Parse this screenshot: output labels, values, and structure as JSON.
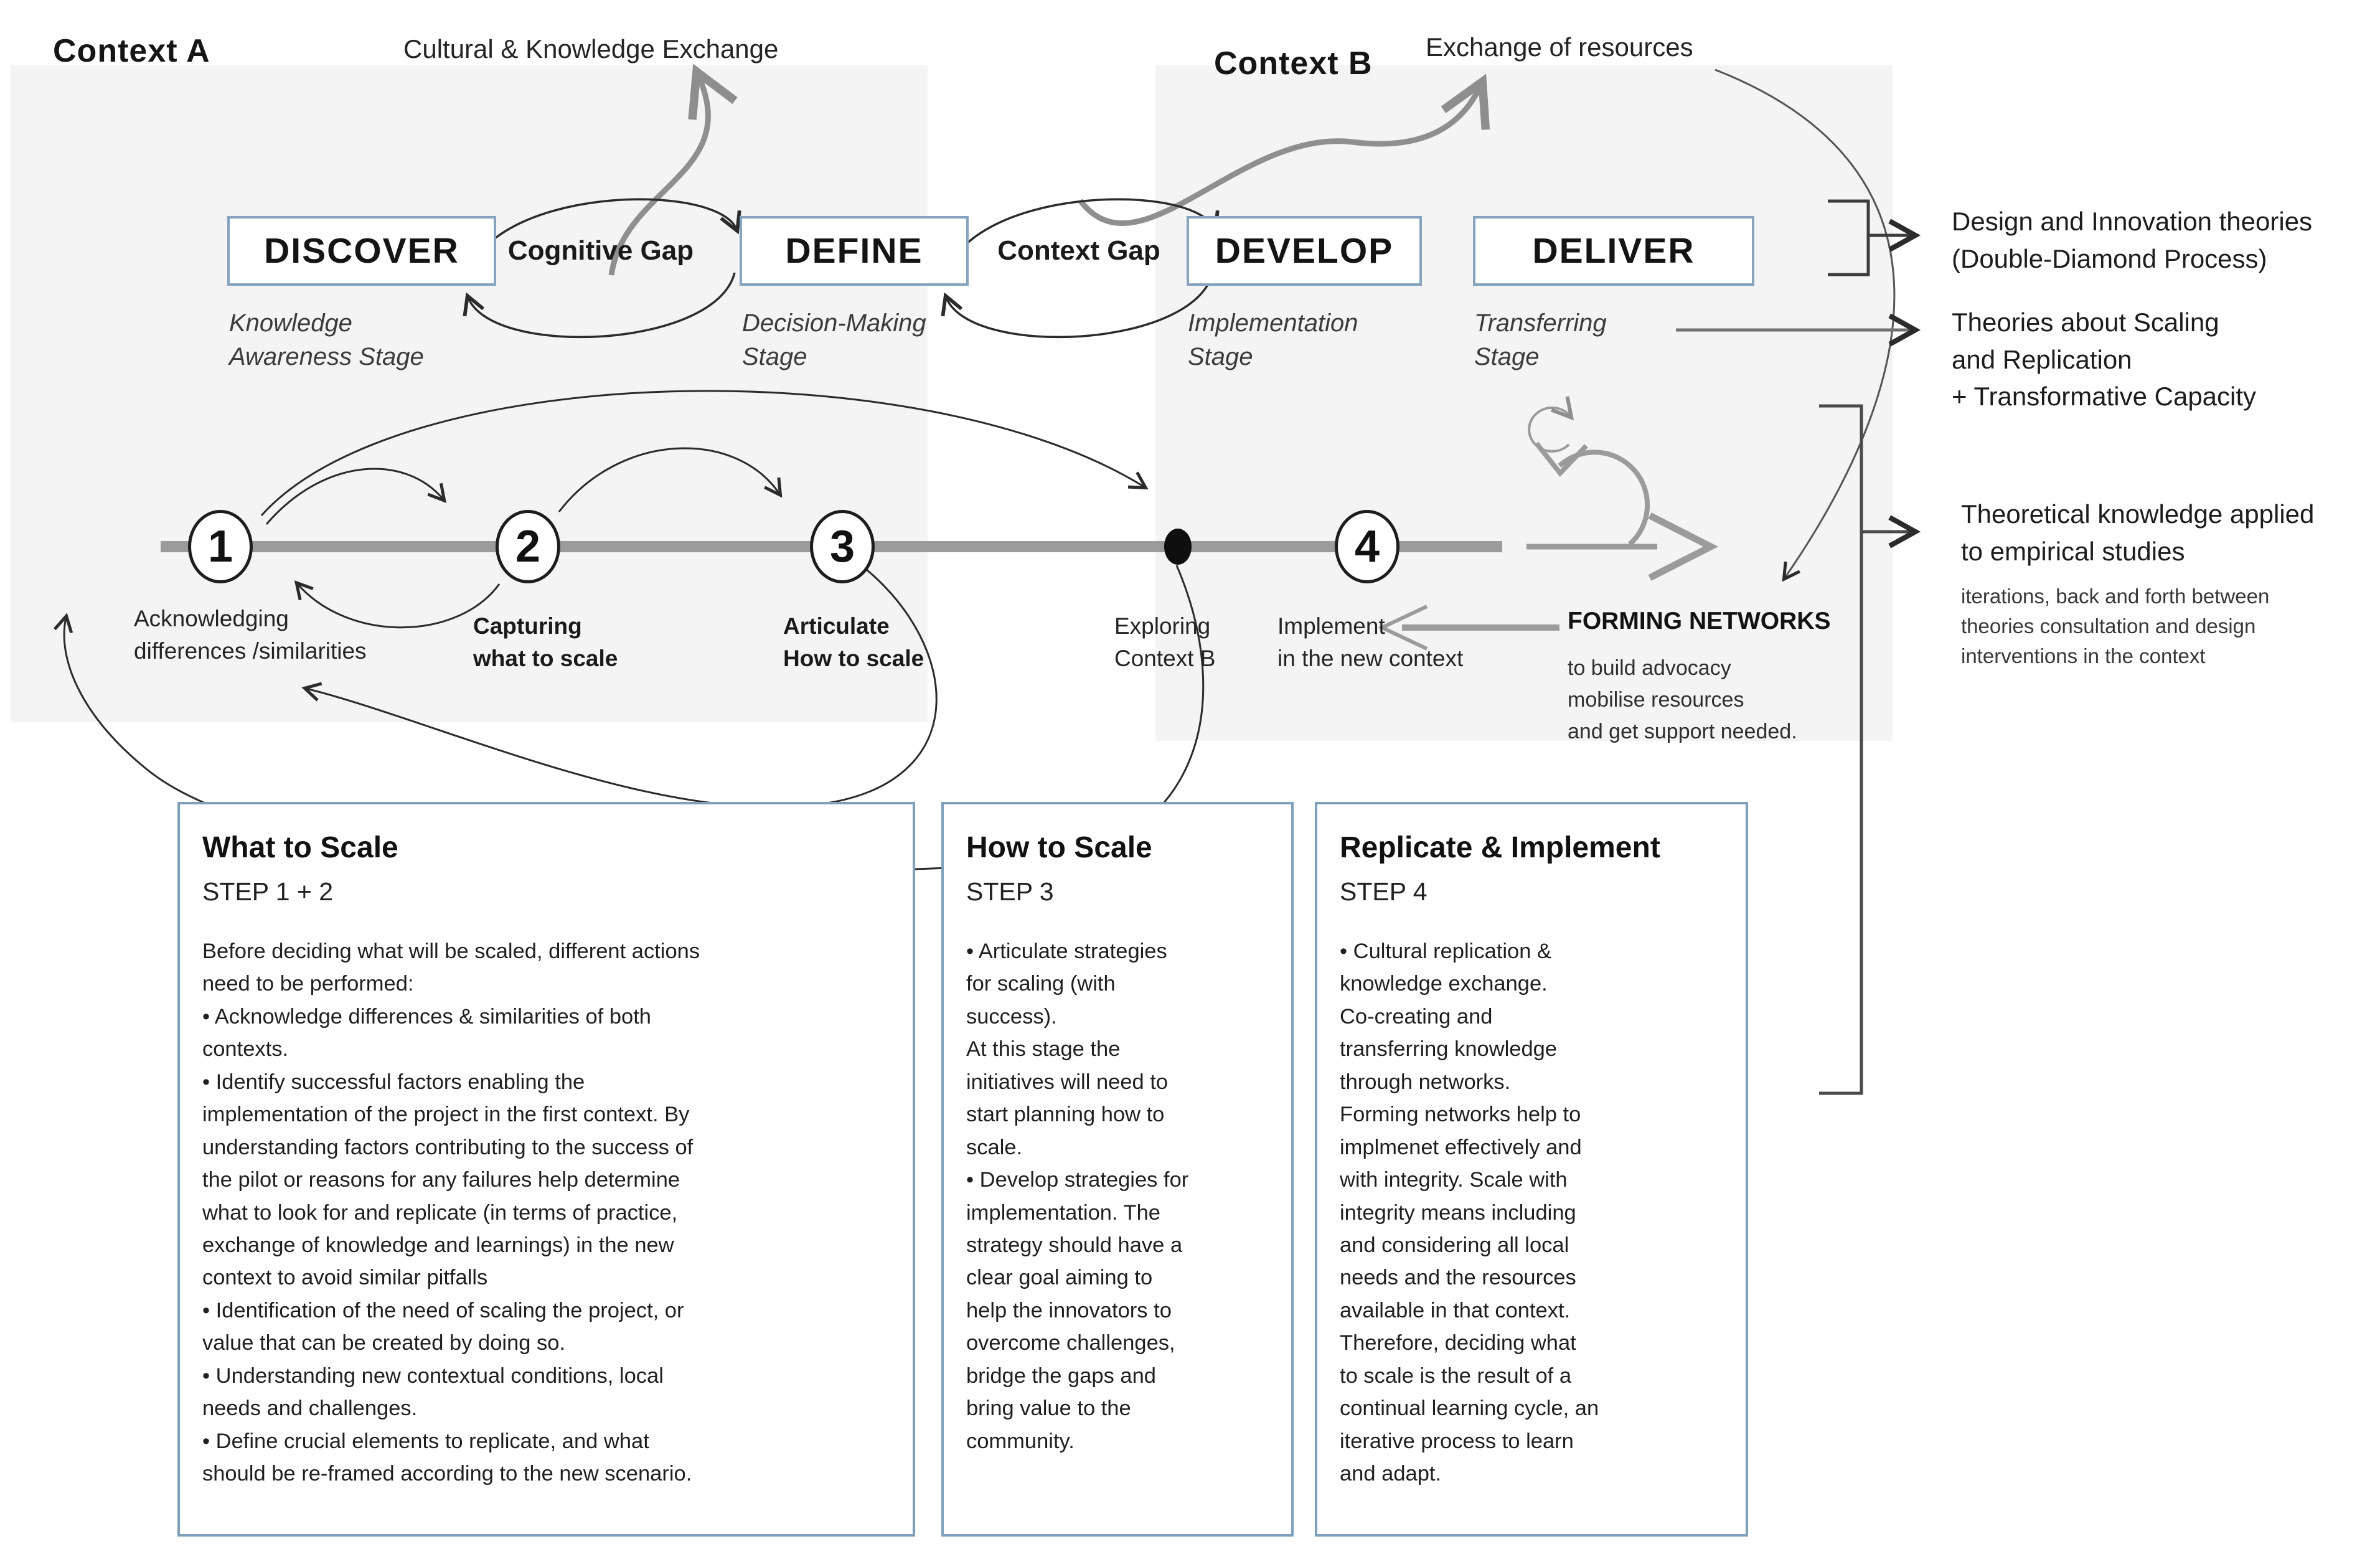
{
  "titles": {
    "context_a": "Context A",
    "context_b": "Context B",
    "cultural_exchange": "Cultural & Knowledge Exchange",
    "resource_exchange": "Exchange of resources"
  },
  "phases": [
    {
      "label": "DISCOVER",
      "stage": "Knowledge\nAwareness Stage"
    },
    {
      "label": "DEFINE",
      "stage": "Decision-Making\nStage"
    },
    {
      "label": "DEVELOP",
      "stage": "Implementation\nStage"
    },
    {
      "label": "DELIVER",
      "stage": "Transferring\nStage"
    }
  ],
  "gaps": [
    {
      "label": "Cognitive Gap"
    },
    {
      "label": "Context Gap"
    }
  ],
  "annotations": {
    "design_theories": "Design and Innovation theories\n(Double-Diamond Process)",
    "scaling_theories": "Theories about Scaling\nand Replication\n+ Transformative Capacity",
    "applied_heading": "Theoretical knowledge applied\nto empirical studies",
    "applied_note": "iterations, back and forth between\ntheories consultation and design\ninterventions in the context"
  },
  "timeline": {
    "steps": [
      {
        "number": "1",
        "label": "Acknowledging\ndifferences /similarities"
      },
      {
        "number": "2",
        "label": "Capturing\nwhat to scale"
      },
      {
        "number": "3",
        "label": "Articulate\nHow to scale"
      },
      {
        "number": "4",
        "label": "Implement\nin the new context"
      }
    ],
    "dot_label": "Exploring\nContext B",
    "forming_networks": {
      "title": "FORMING NETWORKS",
      "note": "to build advocacy\nmobilise resources\nand get support needed."
    }
  },
  "cards": [
    {
      "title": "What to Scale",
      "step": "STEP 1 + 2",
      "body": "Before deciding what will be scaled, different actions\nneed to be performed:\n• Acknowledge differences & similarities of both\ncontexts.\n• Identify successful factors enabling the\nimplementation of the project in the first context. By\nunderstanding factors contributing to the success of\nthe pilot or reasons for any failures help determine\nwhat to look for and replicate (in terms of practice,\nexchange of knowledge and learnings) in the new\ncontext to avoid similar pitfalls\n• Identification of the need of scaling the project, or\nvalue that can be created by doing so.\n• Understanding new contextual conditions, local\nneeds and challenges.\n• Define crucial elements to replicate, and what\nshould be re-framed according to the new scenario."
    },
    {
      "title": "How to Scale",
      "step": "STEP 3",
      "body": "• Articulate strategies\nfor scaling (with\nsuccess).\nAt this stage the\ninitiatives will need to\nstart planning how to\nscale.\n• Develop strategies for\nimplementation. The\nstrategy should have a\nclear goal aiming to\nhelp the innovators to\novercome challenges,\nbridge the gaps and\nbring value to the\ncommunity."
    },
    {
      "title": "Replicate & Implement",
      "step": "STEP 4",
      "body": "• Cultural replication &\nknowledge exchange.\nCo-creating and\ntransferring knowledge\nthrough networks.\nForming networks help to\nimplmenet effectively and\nwith integrity. Scale with\nintegrity means including\nand considering all local\nneeds and the resources\navailable in that context.\nTherefore, deciding what\nto scale is the result of a\ncontinual learning cycle, an\niterative process to learn\nand adapt."
    }
  ],
  "colors": {
    "phase_border": "#86a4bd",
    "card_border": "#7fa0ba",
    "timeline_bar": "#9b9b9b",
    "context_block": "#f4f4f4",
    "arrow_dark": "#2b2b2b",
    "arrow_gray": "#8e8e8e"
  }
}
